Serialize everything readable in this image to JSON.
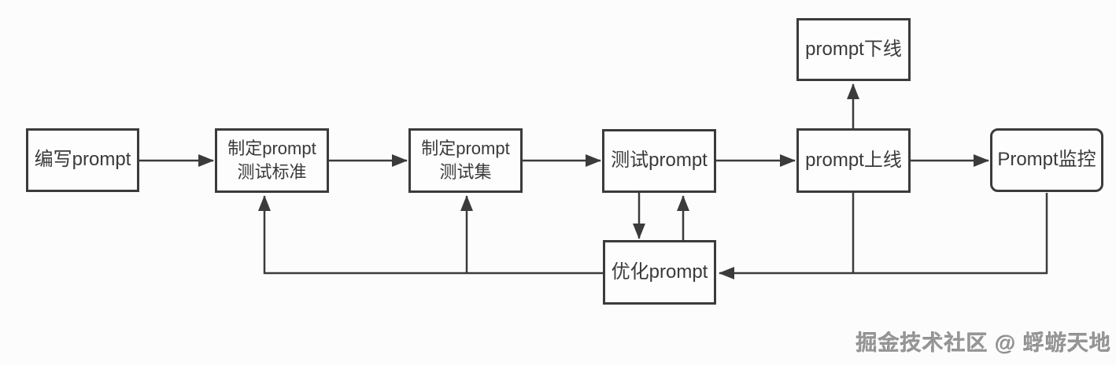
{
  "diagram": {
    "nodes": [
      {
        "id": "write-prompt",
        "label": "编写prompt"
      },
      {
        "id": "define-test-standard",
        "label": "制定prompt\n测试标准"
      },
      {
        "id": "define-test-set",
        "label": "制定prompt\n测试集"
      },
      {
        "id": "test-prompt",
        "label": "测试prompt"
      },
      {
        "id": "prompt-online",
        "label": "prompt上线"
      },
      {
        "id": "prompt-monitor",
        "label": "Prompt监控"
      },
      {
        "id": "prompt-offline",
        "label": "prompt下线"
      },
      {
        "id": "optimize-prompt",
        "label": "优化prompt"
      }
    ],
    "edges": [
      {
        "from": "write-prompt",
        "to": "define-test-standard"
      },
      {
        "from": "define-test-standard",
        "to": "define-test-set"
      },
      {
        "from": "define-test-set",
        "to": "test-prompt"
      },
      {
        "from": "test-prompt",
        "to": "prompt-online"
      },
      {
        "from": "prompt-online",
        "to": "prompt-monitor"
      },
      {
        "from": "prompt-online",
        "to": "prompt-offline"
      },
      {
        "from": "test-prompt",
        "to": "optimize-prompt"
      },
      {
        "from": "optimize-prompt",
        "to": "test-prompt"
      },
      {
        "from": "prompt-monitor",
        "to": "optimize-prompt"
      },
      {
        "from": "prompt-online",
        "to": "optimize-prompt"
      },
      {
        "from": "optimize-prompt",
        "to": "define-test-standard"
      },
      {
        "from": "optimize-prompt",
        "to": "define-test-set"
      }
    ],
    "colors": {
      "line": "#3b3b3b",
      "node_border": "#3b3b3b",
      "node_bg": "#fdfdfd",
      "canvas_bg": "#fcfcfc",
      "text": "#3a3a3a",
      "watermark": "#969696"
    }
  },
  "watermark": {
    "text": "掘金技术社区 @ 蜉蝣天地"
  }
}
